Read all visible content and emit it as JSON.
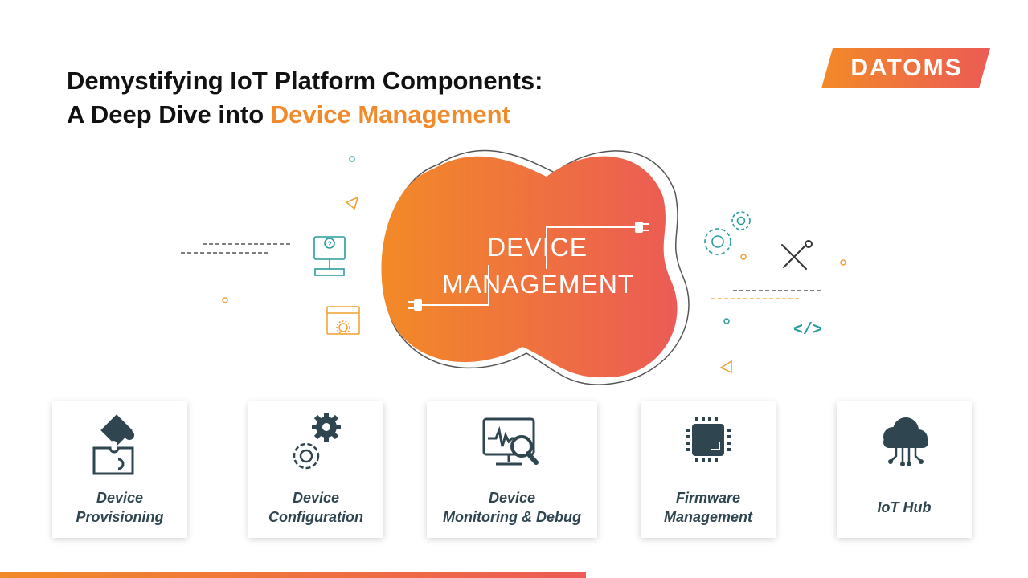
{
  "title": {
    "line1": "Demystifying IoT Platform Components:",
    "line2_prefix": "A Deep Dive into ",
    "line2_highlight": "Device Management"
  },
  "brand": {
    "logo_text": "DATOMS"
  },
  "hero": {
    "line1": "DEVICE",
    "line2": "MANAGEMENT"
  },
  "cards": [
    {
      "line1": "Device",
      "line2": "Provisioning",
      "icon": "puzzle-icon"
    },
    {
      "line1": "Device",
      "line2": "Configuration",
      "icon": "gears-icon"
    },
    {
      "line1": "Device",
      "line2": "Monitoring & Debug",
      "icon": "monitor-search-icon"
    },
    {
      "line1": "Firmware",
      "line2": "Management",
      "icon": "chip-icon"
    },
    {
      "line1": "IoT Hub",
      "line2": "",
      "icon": "cloud-icon"
    }
  ],
  "colors": {
    "accent_orange": "#f08a2a",
    "accent_red": "#ec5b55",
    "card_text": "#2f4650",
    "teal": "#2a9c9c",
    "orange_outline": "#f0a030"
  }
}
